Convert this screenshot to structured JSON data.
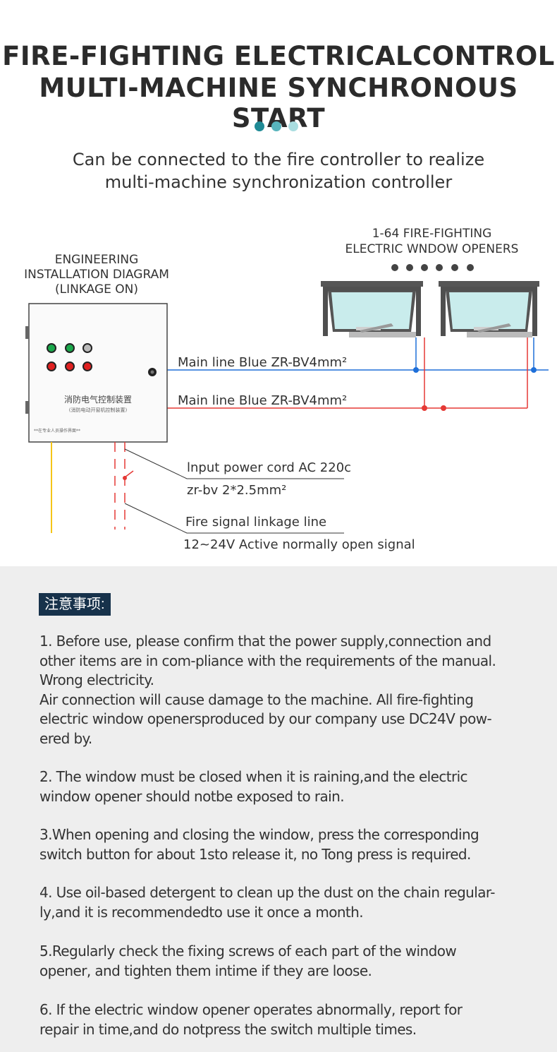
{
  "header": {
    "title_line1": "FIRE-FIGHTING ELECTRICALCONTROL",
    "title_line2": "MULTI-MACHINE SYNCHRONOUS START",
    "dot_colors": [
      "#1f8a95",
      "#58b4bc",
      "#a9dde0"
    ],
    "subtitle_line1": "Can be connected to the fire controller to realize",
    "subtitle_line2": "multi-machine synchronization controller"
  },
  "diagram": {
    "openers_label_line1": "1-64 FIRE-FIGHTING",
    "openers_label_line2": "ELECTRIC WNDOW OPENERS",
    "install_label_line1": "ENGINEERING",
    "install_label_line2": "INSTALLATION DIAGRAM",
    "install_label_line3": "(LINKAGE ON)",
    "control_box_title": "消防电气控制装置",
    "control_box_subtitle": "(消防电动开窗机控制装置)",
    "control_box_footer": "**在专业人员操作界面**",
    "main_line_blue": "Main line Blue ZR-BV4mm²",
    "main_line_red": "Main line Blue ZR-BV4mm²",
    "power_cord_line1": "lnput power cord AC 220c",
    "power_cord_line2": "zr-bv  2*2.5mm²",
    "fire_signal_line1": "Fire signal linkage line",
    "fire_signal_line2": "12~24V Active normally open signal",
    "colors": {
      "blue_line": "#1e6fd9",
      "red_line": "#e53935",
      "yellow_line": "#f5c518"
    }
  },
  "notice": {
    "tag": "注意事项:",
    "items": [
      {
        "line1": "1. Before use, please confirm that the power supply,connection and",
        "line2": "other items are in com-pliance with the requirements of the manual.",
        "line3": "Wrong electricity.",
        "line4": "Air connection will cause damage to the machine. All fire-fighting",
        "line5": "electric window openersproduced by our company use DC24V pow-",
        "line6": "ered by."
      },
      {
        "line1": "2. The window must be closed when it is raining,and the electric",
        "line2": "window opener should notbe exposed to rain."
      },
      {
        "line1": "3.When opening and closing the window, press the corresponding",
        "line2": "switch button for about 1sto release it, no Tong press is required."
      },
      {
        "line1": "4. Use oil-based detergent to clean up the dust on the chain regular-",
        "line2": "ly,and it is recommendedto use it once a month."
      },
      {
        "line1": "5.Regularly check the fixing screws of each part of the window",
        "line2": "opener, and tighten them intime if they are loose."
      },
      {
        "line1": "6. If the electric window opener operates abnormally, report for",
        "line2": "repair in time,and do notpress the switch multiple times."
      }
    ]
  }
}
